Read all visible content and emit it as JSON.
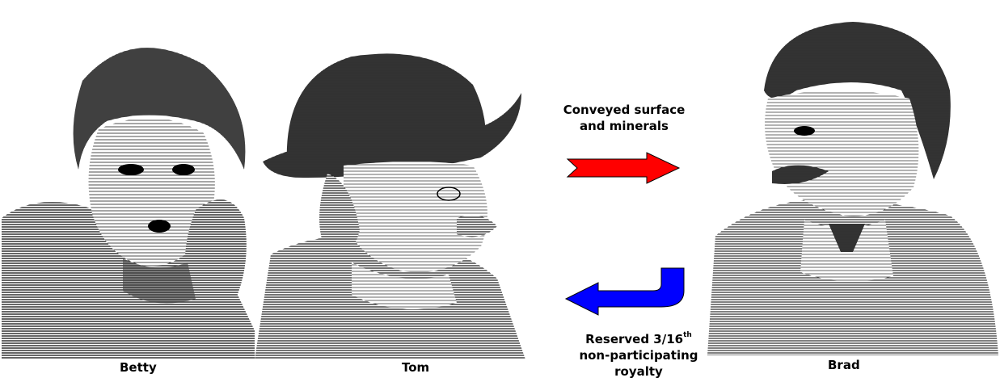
{
  "people": [
    {
      "id": "betty",
      "name": "Betty"
    },
    {
      "id": "tom",
      "name": "Tom"
    },
    {
      "id": "brad",
      "name": "Brad"
    }
  ],
  "transfer": {
    "conveyed_line1": "Conveyed surface",
    "conveyed_line2": "and minerals",
    "reserved_line1_prefix": "Reserved 3/16",
    "reserved_line1_sup": "th",
    "reserved_line2": "non-participating",
    "reserved_line3": "royalty"
  },
  "colors": {
    "conveyed_arrow": "#ff0000",
    "reserved_arrow": "#0000ff"
  }
}
